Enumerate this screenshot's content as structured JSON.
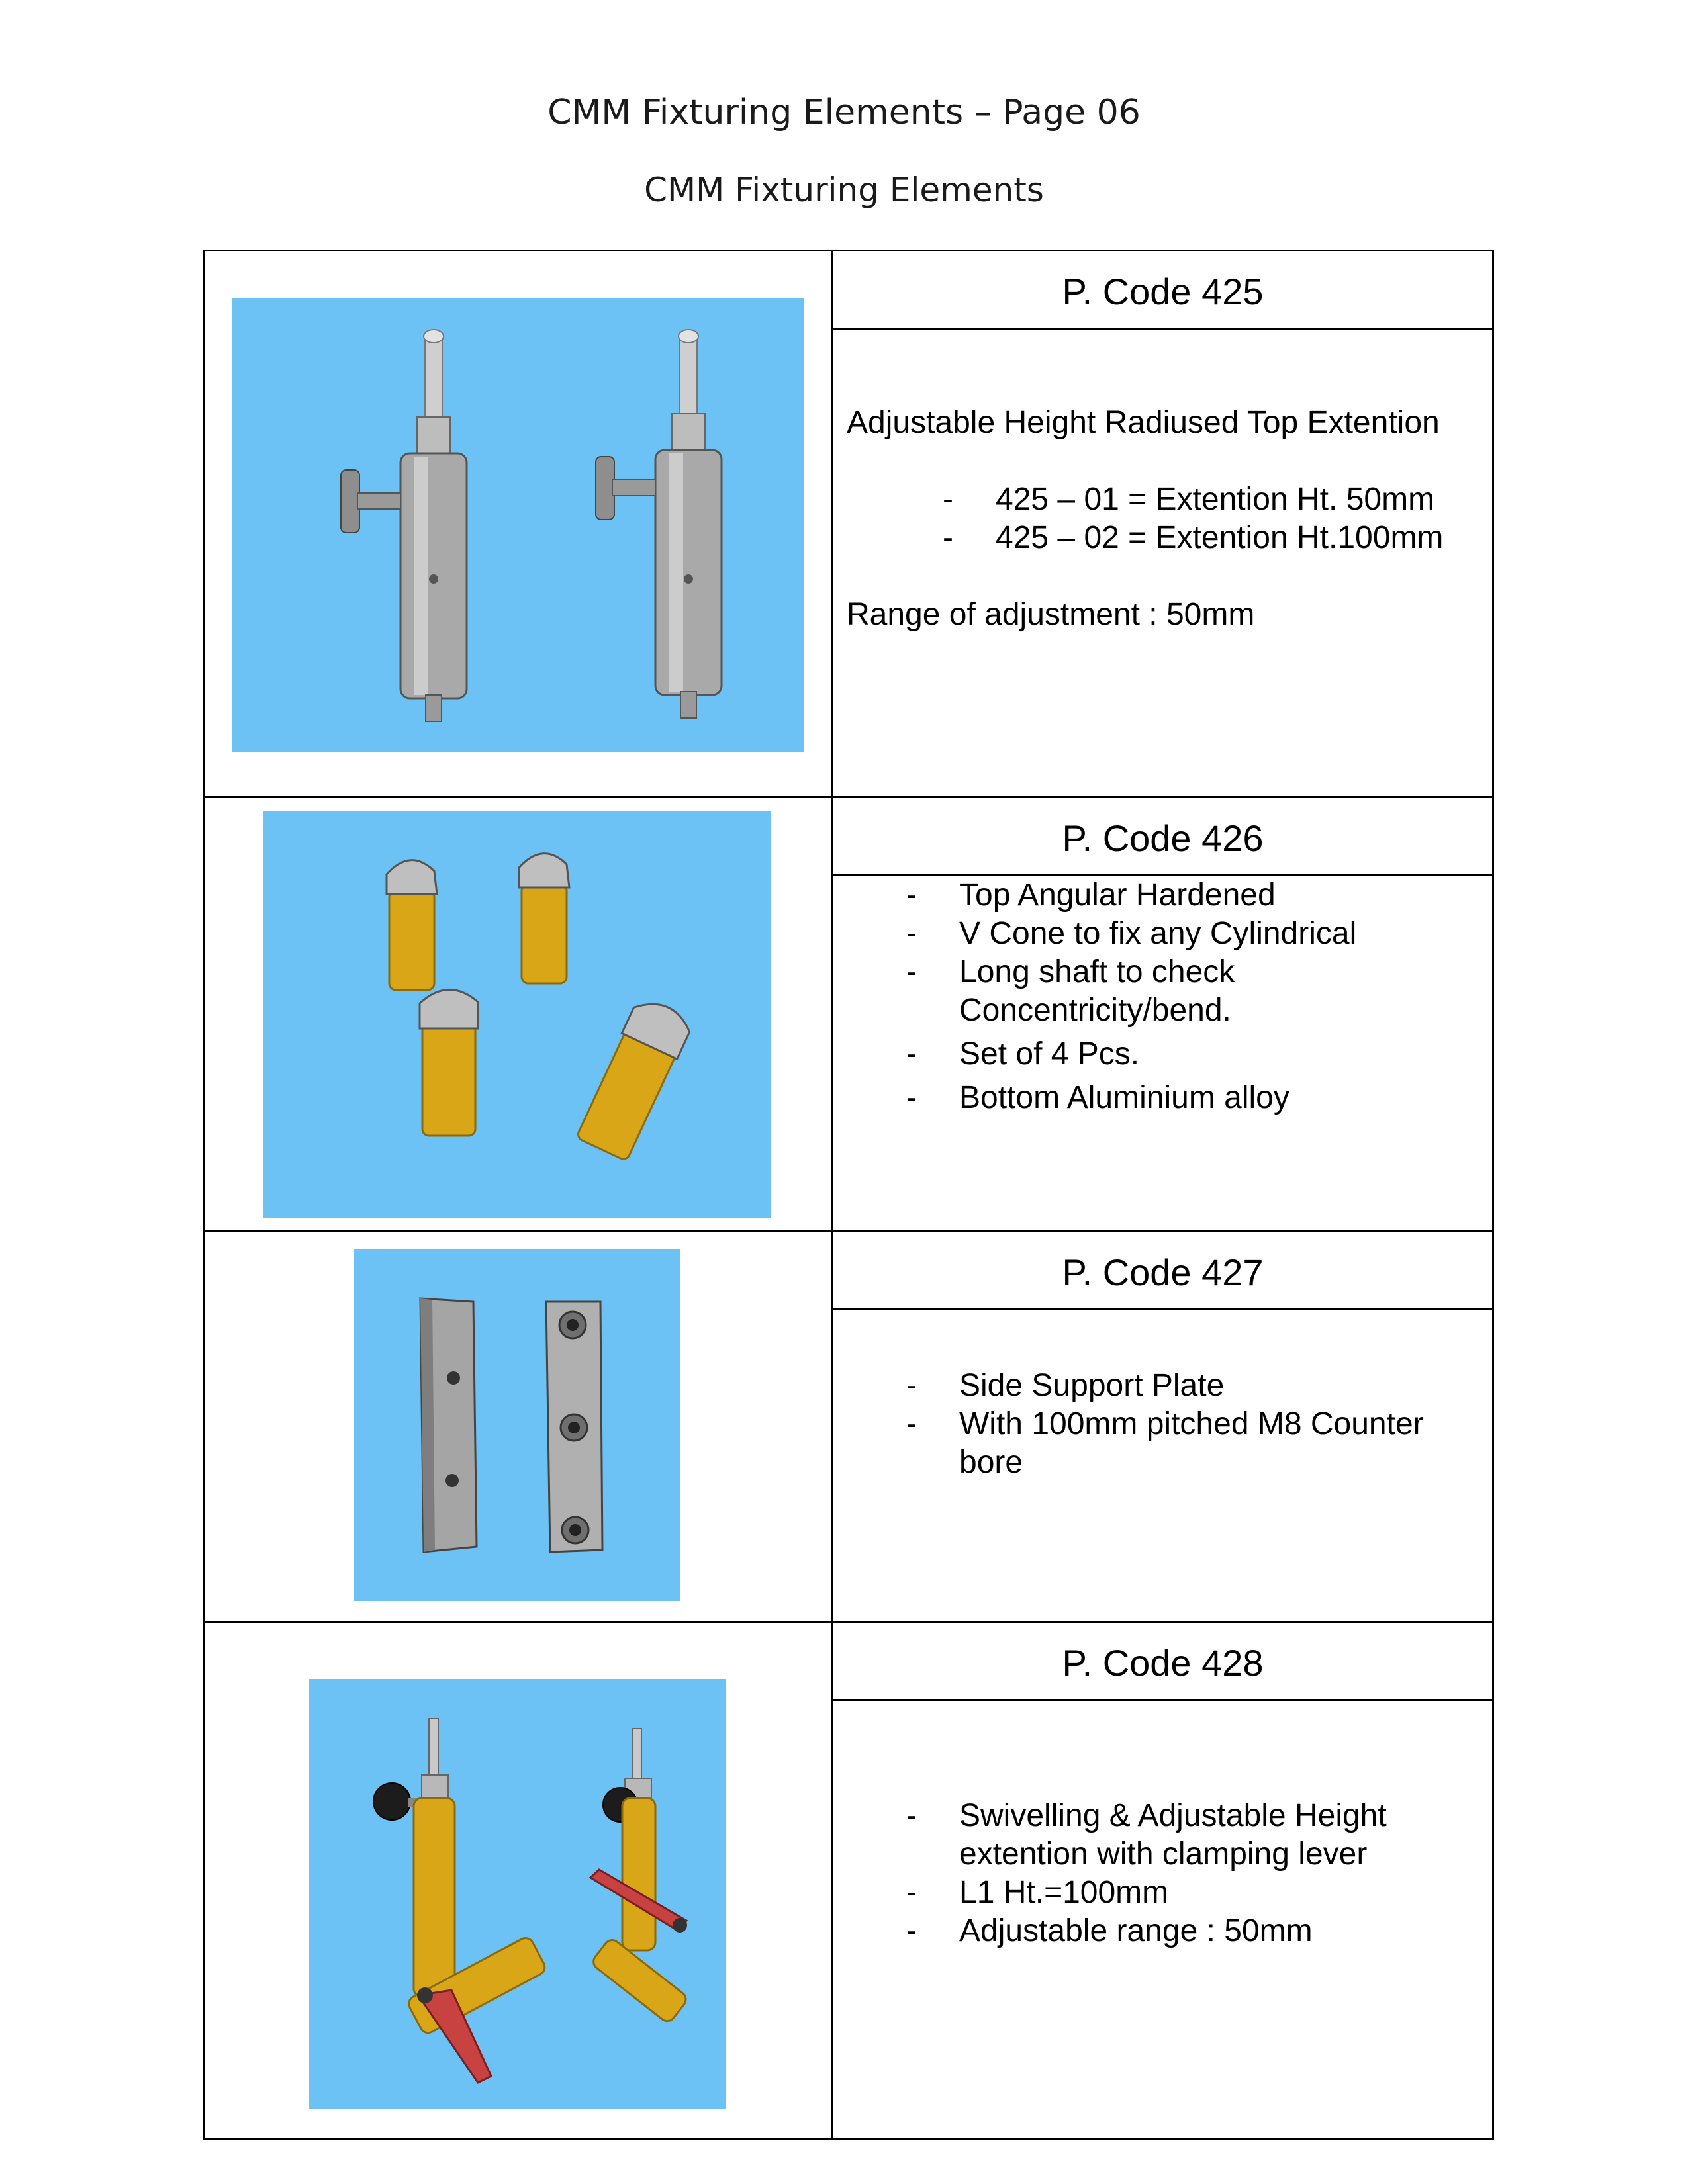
{
  "page": {
    "title": "CMM Fixturing Elements – Page 06",
    "subtitle": "CMM Fixturing Elements"
  },
  "colors": {
    "photo_background": "#6cc2f5",
    "anodized_gold": "#d9a617",
    "lever_red": "#c84242",
    "steel": "#b9b9b9"
  },
  "items": [
    {
      "code": "P. Code 425",
      "photo_icon": "height-extension-photo",
      "heading": "Adjustable Height Radiused Top Extention",
      "bullets": [
        "425 – 01 = Extention Ht. 50mm",
        "425 – 02 = Extention Ht.100mm"
      ],
      "footer": "Range of adjustment : 50mm"
    },
    {
      "code": "P. Code 426",
      "photo_icon": "v-cone-supports-photo",
      "bullets": [
        "Top Angular Hardened",
        "V Cone to fix any Cylindrical",
        "Long shaft to check Concentricity/bend.",
        "Set of 4 Pcs.",
        "Bottom Aluminium alloy"
      ]
    },
    {
      "code": "P. Code 427",
      "photo_icon": "side-support-plate-photo",
      "bullets": [
        "Side Support Plate",
        "With 100mm pitched M8 Counter bore"
      ]
    },
    {
      "code": "P. Code 428",
      "photo_icon": "swivel-extension-photo",
      "bullets": [
        "Swivelling  & Adjustable Height extention with clamping lever",
        "L1 Ht.=100mm",
        "Adjustable range : 50mm"
      ]
    }
  ]
}
